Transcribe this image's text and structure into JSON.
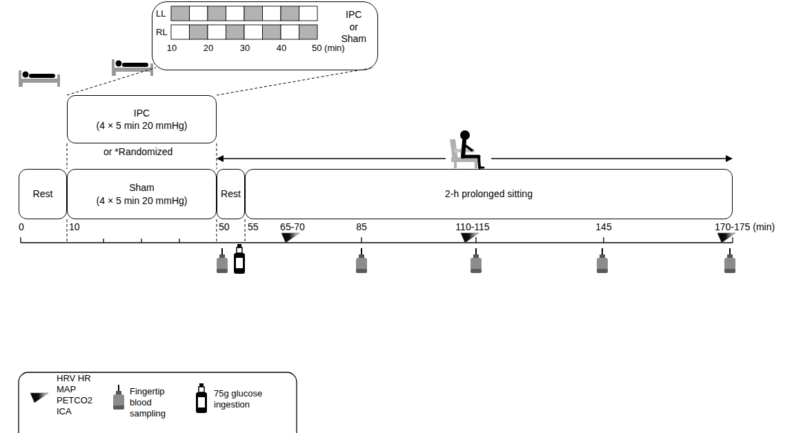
{
  "diagram": {
    "nodes": [
      {
        "text": [
          "IPC or Sham"
        ]
      },
      {
        "text": [
          "Rest"
        ]
      },
      {
        "text": [
          "IPC",
          "(4 × 5 min 20 mmHg)"
        ]
      },
      {
        "text": [
          "Sham",
          "(4 × 5 min 20 mmHg)"
        ]
      },
      {
        "text": [
          "Rest"
        ]
      },
      {
        "text": [
          "2-h prolonged sitting"
        ]
      }
    ],
    "edges": [
      {
        "from": 2,
        "to": 0,
        "arrow": "none"
      }
    ],
    "labels": [
      "or *Randomized",
      "LL",
      "RL",
      "10",
      "20",
      "30",
      "40",
      "50 (min)",
      "0",
      "10",
      "50",
      "55",
      "65-70",
      "85",
      "110-115",
      "145",
      "170-175 (min)"
    ],
    "legend": [
      {
        "text": "HRV HR MAP PETCO2 ICA"
      },
      {
        "text": "Fingertip blood sampling"
      },
      {
        "text": "75g glucose ingestion"
      }
    ]
  }
}
